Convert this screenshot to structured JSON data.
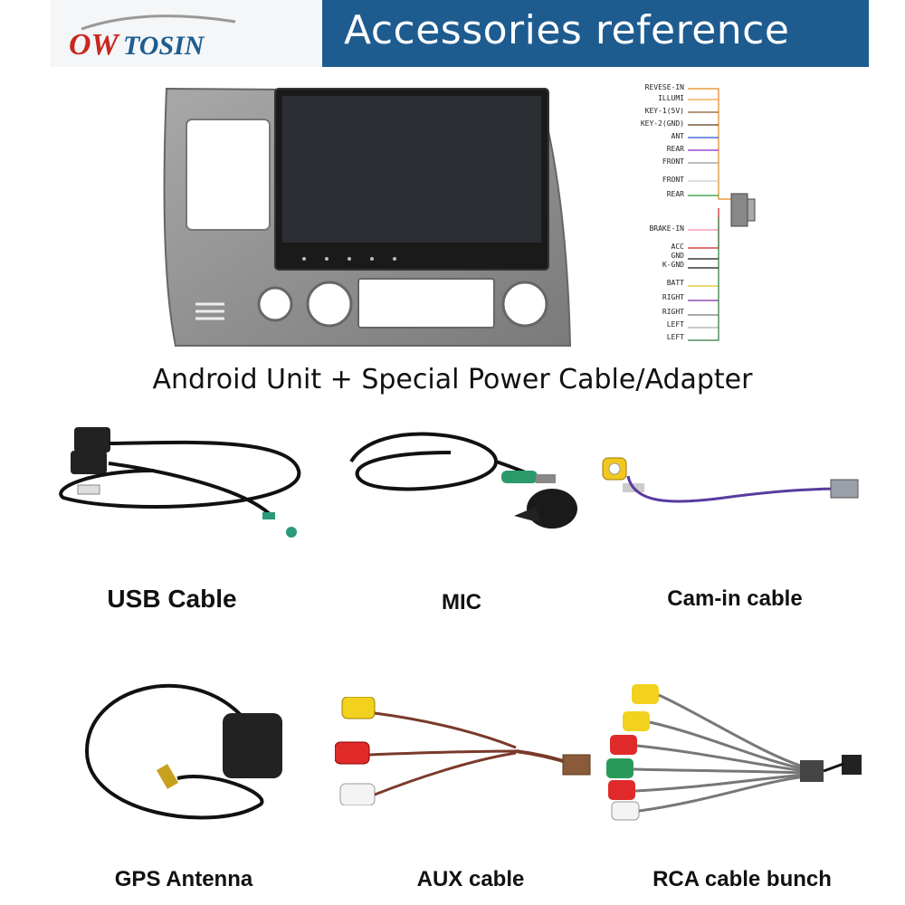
{
  "brand": {
    "logo_text": "OWTOSIN"
  },
  "header": {
    "title": "Accessories reference"
  },
  "main_caption": "Android Unit + Special Power Cable/Adapter",
  "wiring_labels": [
    "REVESE-IN",
    "ILLUMI",
    "KEY-1(5V)",
    "KEY-2(GND)",
    "ANT",
    "REAR",
    "FRONT",
    "FRONT",
    "REAR",
    "BRAKE-IN",
    "ACC",
    "GND",
    "K-GND",
    "BATT",
    "RIGHT",
    "RIGHT",
    "LEFT",
    "LEFT"
  ],
  "wire_colors": [
    "ORANGE/BLACK",
    "ORANGE",
    "BROWN",
    "BROWN/BLACK",
    "BLUE",
    "PURPLE",
    "GREY",
    "WHITE",
    "GREEN",
    "PINK",
    "RED",
    "BLACK",
    "BOLD BLACK",
    "BOLD YELLOW",
    "PURPLE/BLACK",
    "GREY/BLACK",
    "WHITE/BLACK",
    "GREEN/BLACK"
  ],
  "accessories": {
    "usb": "USB Cable",
    "mic": "MIC",
    "cam": "Cam-in cable",
    "gps": "GPS Antenna",
    "aux": "AUX cable",
    "rca": "RCA cable bunch"
  },
  "colors": {
    "banner": "#1e5c90",
    "logo_red": "#c8281e",
    "logo_blue": "#1e5c90"
  }
}
